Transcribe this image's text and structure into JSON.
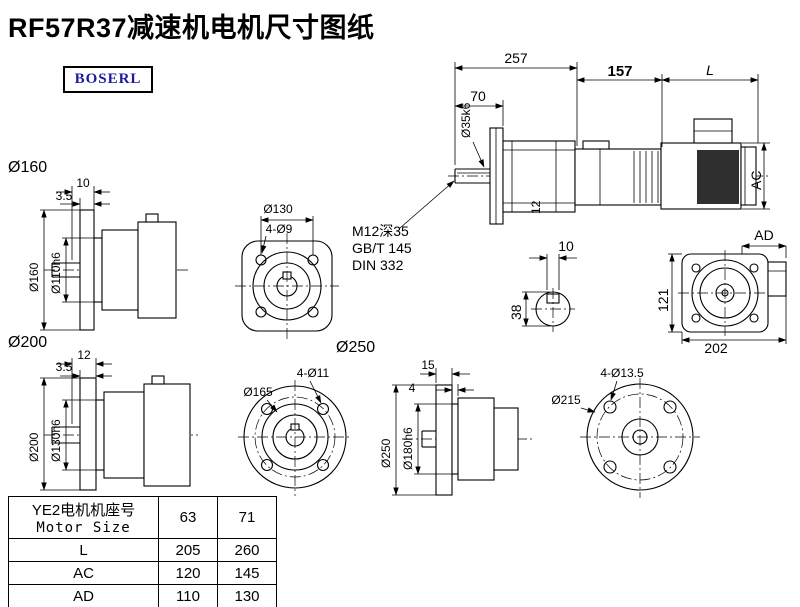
{
  "page": {
    "title": "RF57R37减速机电机尺寸图纸",
    "logo": "BOSERL"
  },
  "side": {
    "d257": "257",
    "d157": "157",
    "dL": "L",
    "d70": "70",
    "shaft": "Ø35k6",
    "dAC": "AC",
    "d12": "12",
    "note1": "M12深35",
    "note2": "GB/T 145",
    "note3": "DIN 332"
  },
  "key": {
    "d10": "10",
    "d38": "38"
  },
  "rear": {
    "dAD": "AD",
    "d121": "121",
    "d202": "202"
  },
  "f160": {
    "label": "Ø160",
    "d10": "10",
    "d35": "3.5",
    "outer": "Ø160",
    "spigot": "Ø110h6",
    "bolt_circle": "Ø130",
    "holes": "4-Ø9"
  },
  "f200": {
    "label": "Ø200",
    "d12": "12",
    "d35": "3.5",
    "outer": "Ø200",
    "spigot": "Ø130h6",
    "bolt_circle": "Ø165",
    "holes": "4-Ø11"
  },
  "f250": {
    "label": "Ø250",
    "d15": "15",
    "d4": "4",
    "outer": "Ø250",
    "spigot": "Ø180h6",
    "bolt_circle": "Ø215",
    "holes": "4-Ø13.5"
  },
  "table": {
    "header_cn": "YE2电机机座号",
    "header_en": "Motor Size",
    "sizes": [
      "63",
      "71"
    ],
    "rows": [
      {
        "label": "L",
        "v0": "205",
        "v1": "260"
      },
      {
        "label": "AC",
        "v0": "120",
        "v1": "145"
      },
      {
        "label": "AD",
        "v0": "110",
        "v1": "130"
      }
    ]
  }
}
